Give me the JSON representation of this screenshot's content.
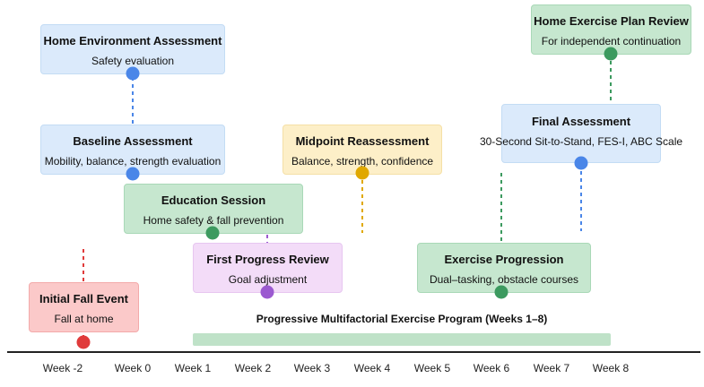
{
  "events": {
    "home_env": {
      "title": "Home Environment Assessment",
      "subtitle": "Safety evaluation",
      "color": "#4a86e8"
    },
    "baseline": {
      "title": "Baseline Assessment",
      "subtitle": "Mobility, balance, strength evaluation",
      "color": "#4a86e8"
    },
    "education": {
      "title": "Education Session",
      "subtitle": "Home safety & fall prevention",
      "color": "#3c9a5f"
    },
    "first_review": {
      "title": "First Progress Review",
      "subtitle": "Goal adjustment",
      "color": "#9b59d0"
    },
    "initial_fall": {
      "title": "Initial Fall Event",
      "subtitle": "Fall at home",
      "color": "#e03b3b"
    },
    "midpoint": {
      "title": "Midpoint Reassessment",
      "subtitle": "Balance, strength, confidence",
      "color": "#e0a800"
    },
    "exercise_prog": {
      "title": "Exercise Progression",
      "subtitle": "Dual–tasking, obstacle courses",
      "color": "#3c9a5f"
    },
    "final": {
      "title": "Final Assessment",
      "subtitle": "30-Second Sit-to-Stand, FES-I, ABC Scale",
      "color": "#4a86e8"
    },
    "home_plan": {
      "title": "Home Exercise Plan Review",
      "subtitle": "For independent continuation",
      "color": "#3c9a5f"
    }
  },
  "program": {
    "label": "Progressive Multifactorial Exercise Program (Weeks 1–8)"
  },
  "axis": {
    "weeks": [
      "Week -2",
      "Week 0",
      "Week 1",
      "Week 2",
      "Week 3",
      "Week 4",
      "Week 5",
      "Week 6",
      "Week 7",
      "Week 8"
    ]
  }
}
